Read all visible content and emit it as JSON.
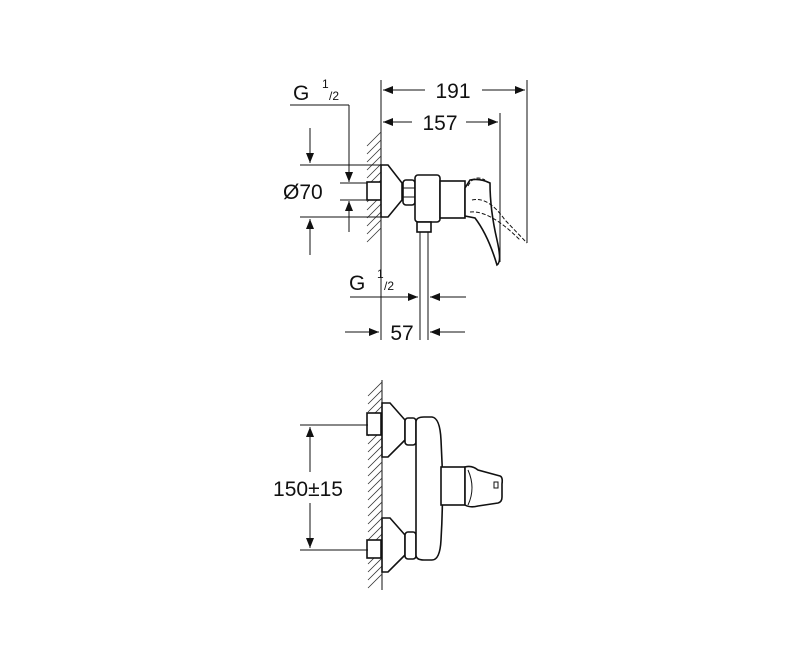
{
  "side_view": {
    "overall_depth": "191",
    "handle_depth": "157",
    "inlet_thread": {
      "g": "G",
      "num": "1",
      "den": "/2"
    },
    "escutcheon_diameter": "Ø70",
    "outlet_thread": {
      "g": "G",
      "num": "1",
      "den": "/2"
    },
    "outlet_offset": "57"
  },
  "front_view": {
    "inlet_spacing": "150±15"
  }
}
